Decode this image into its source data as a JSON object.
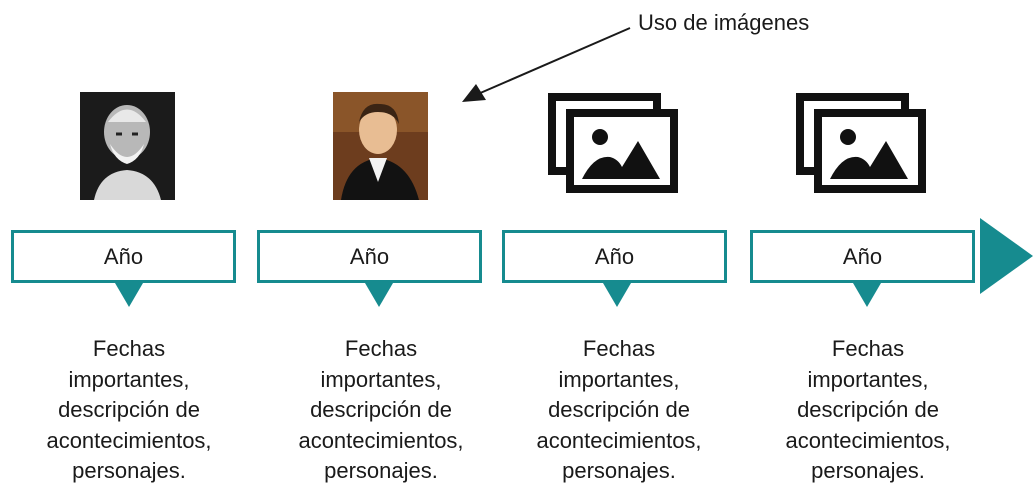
{
  "annotation": {
    "label": "Uso de imágenes",
    "icon": "arrow-icon"
  },
  "timeline": {
    "accent_color": "#168b8f",
    "arrow_icon": "timeline-arrow-icon",
    "items": [
      {
        "image": "bust-portrait",
        "year": "Año",
        "description": "Fechas\nimportantes,\ndescripción de\nacontecimientos,\npersonajes."
      },
      {
        "image": "man-portrait",
        "year": "Año",
        "description": "Fechas\nimportantes,\ndescripción de\nacontecimientos,\npersonajes."
      },
      {
        "image": "image-placeholder-icon",
        "year": "Año",
        "description": "Fechas\nimportantes,\ndescripción de\nacontecimientos,\npersonajes."
      },
      {
        "image": "image-placeholder-icon",
        "year": "Año",
        "description": "Fechas\nimportantes,\ndescripción de\nacontecimientos,\npersonajes."
      }
    ]
  }
}
